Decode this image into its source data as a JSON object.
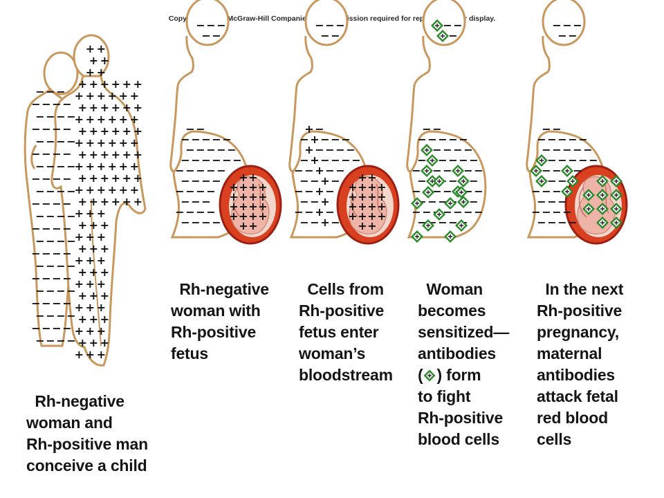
{
  "copyright": "Copyright © The McGraw-Hill Companies, Inc. Permission required for reproduction or display.",
  "colors": {
    "outline": "#c9975b",
    "uterus_fill": "#d8401f",
    "uterus_rim": "#9e1f12",
    "fetus_fill": "#efb4a8",
    "antibody_green": "#2c8a2c",
    "text": "#151515"
  },
  "markers": {
    "negative": "−",
    "positive": "+",
    "antibody": "antibody-diamond-icon"
  },
  "panels": [
    {
      "id": "couple",
      "caption_lines": [
        "Rh-negative",
        "woman and",
        "Rh-positive man",
        "conceive a child"
      ]
    },
    {
      "id": "pregnant",
      "caption_lines": [
        "Rh-negative",
        "woman with",
        "Rh-positive",
        "fetus"
      ]
    },
    {
      "id": "cells-enter",
      "caption_lines": [
        "Cells from",
        "Rh-positive",
        "fetus enter",
        "woman’s",
        "bloodstream"
      ]
    },
    {
      "id": "sensitized",
      "caption_lines": [
        "Woman",
        "becomes",
        "sensitized—",
        "antibodies",
        "(",
        ") form",
        "to fight",
        "Rh-positive",
        "blood cells"
      ]
    },
    {
      "id": "next-pregnancy",
      "caption_lines": [
        "In the next",
        "Rh-positive",
        "pregnancy,",
        "maternal",
        "antibodies",
        "attack fetal",
        "red blood",
        "cells"
      ]
    }
  ]
}
